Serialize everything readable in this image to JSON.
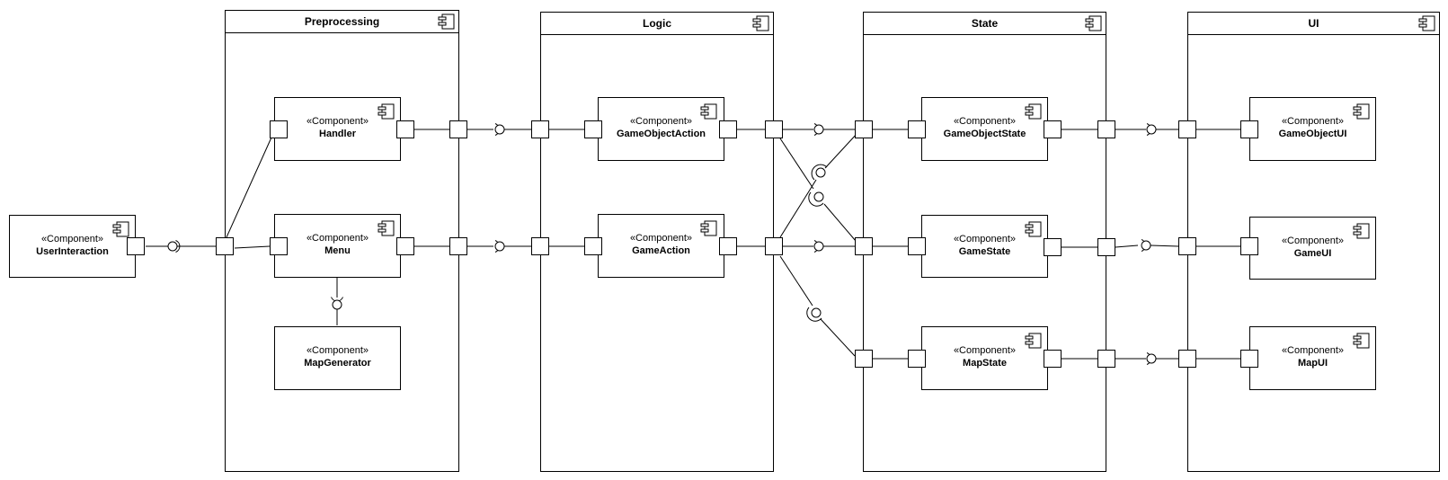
{
  "packages": [
    {
      "id": "preprocessing",
      "title": "Preprocessing"
    },
    {
      "id": "logic",
      "title": "Logic"
    },
    {
      "id": "state",
      "title": "State"
    },
    {
      "id": "ui",
      "title": "UI"
    }
  ],
  "stereotype": "«Component»",
  "components": {
    "userinteraction": "UserInteraction",
    "handler": "Handler",
    "menu": "Menu",
    "mapgenerator": "MapGenerator",
    "gameobjectaction": "GameObjectAction",
    "gameaction": "GameAction",
    "gameobjectstate": "GameObjectState",
    "gamestate": "GameState",
    "mapstate": "MapState",
    "gameobjectui": "GameObjectUI",
    "gameui": "GameUI",
    "mapui": "MapUI"
  },
  "icon": "component-icon",
  "colors": {
    "stroke": "#000000",
    "background": "#ffffff"
  }
}
